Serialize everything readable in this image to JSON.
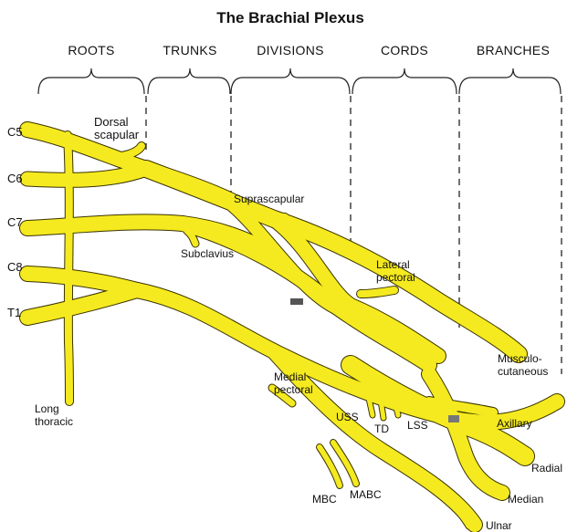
{
  "title": "The Brachial Plexus",
  "sections": {
    "roots": "ROOTS",
    "trunks": "TRUNKS",
    "divisions": "DIVISIONS",
    "cords": "CORDS",
    "branches": "BRANCHES"
  },
  "roots": {
    "c5": "C5",
    "c6": "C6",
    "c7": "C7",
    "c8": "C8",
    "t1": "T1"
  },
  "labels": {
    "dorsal_scapular_1": "Dorsal",
    "dorsal_scapular_2": "scapular",
    "suprascapular": "Suprascapular",
    "subclavius": "Subclavius",
    "lateral_pectoral_1": "Lateral",
    "lateral_pectoral_2": "pectoral",
    "medial_pectoral_1": "Medial",
    "medial_pectoral_2": "pectoral",
    "long_thoracic_1": "Long",
    "long_thoracic_2": "thoracic",
    "musculocutaneous_1": "Musculo-",
    "musculocutaneous_2": "cutaneous",
    "axillary": "Axillary",
    "radial": "Radial",
    "median": "Median",
    "ulnar": "Ulnar",
    "uss": "USS",
    "td": "TD",
    "lss": "LSS",
    "mbc": "MBC",
    "mabc": "MABC"
  },
  "colors": {
    "nerve_fill": "#f5ea1f",
    "nerve_outline": "#3a3300",
    "text": "#111111"
  }
}
